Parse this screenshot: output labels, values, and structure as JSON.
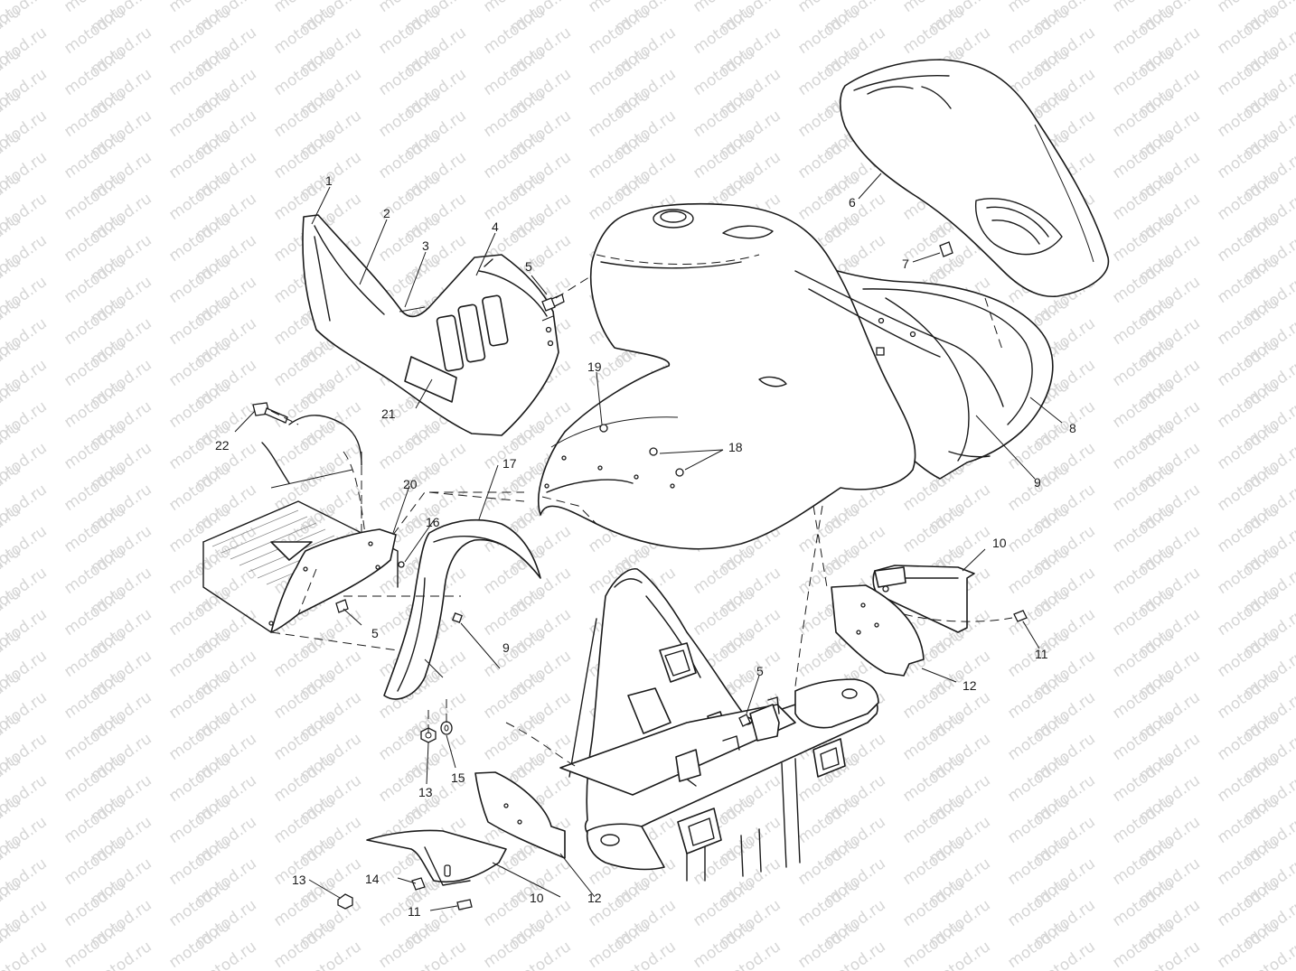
{
  "watermark": {
    "text": "motod.ru"
  },
  "callouts": [
    {
      "id": "c1",
      "label": "1"
    },
    {
      "id": "c2",
      "label": "2"
    },
    {
      "id": "c3",
      "label": "3"
    },
    {
      "id": "c4",
      "label": "4"
    },
    {
      "id": "c5a",
      "label": "5"
    },
    {
      "id": "c5b",
      "label": "5"
    },
    {
      "id": "c5c",
      "label": "5"
    },
    {
      "id": "c6",
      "label": "6"
    },
    {
      "id": "c7",
      "label": "7"
    },
    {
      "id": "c8",
      "label": "8"
    },
    {
      "id": "c9a",
      "label": "9"
    },
    {
      "id": "c9b",
      "label": "9"
    },
    {
      "id": "c10a",
      "label": "10"
    },
    {
      "id": "c10b",
      "label": "10"
    },
    {
      "id": "c11a",
      "label": "11"
    },
    {
      "id": "c11b",
      "label": "11"
    },
    {
      "id": "c12a",
      "label": "12"
    },
    {
      "id": "c12b",
      "label": "12"
    },
    {
      "id": "c13a",
      "label": "13"
    },
    {
      "id": "c13b",
      "label": "13"
    },
    {
      "id": "c14",
      "label": "14"
    },
    {
      "id": "c15",
      "label": "15"
    },
    {
      "id": "c16",
      "label": "16"
    },
    {
      "id": "c17",
      "label": "17"
    },
    {
      "id": "c18",
      "label": "18"
    },
    {
      "id": "c19",
      "label": "19"
    },
    {
      "id": "c20",
      "label": "20"
    },
    {
      "id": "c21",
      "label": "21"
    },
    {
      "id": "c22",
      "label": "22"
    }
  ]
}
